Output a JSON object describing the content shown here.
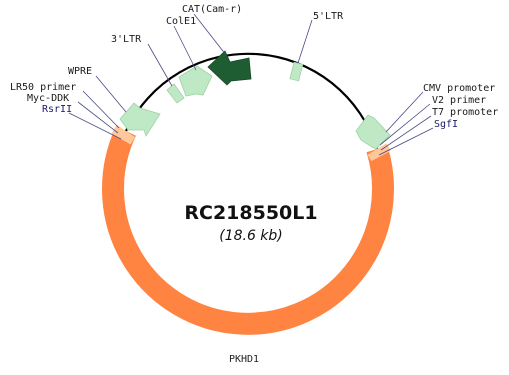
{
  "plasmid": {
    "name": "RC218550L1",
    "size": "(18.6 kb)",
    "insert_name": "PKHD1"
  },
  "labels": {
    "cat": "CAT(Cam-r)",
    "cole1": "ColE1",
    "ltr3": "3'LTR",
    "ltr5": "5'LTR",
    "wpre": "WPRE",
    "lr50": "LR50 primer",
    "mycddk": "Myc-DDK",
    "rsrii": "RsrII",
    "cmv": "CMV promoter",
    "v2": "V2 primer",
    "t7": "T7 promoter",
    "sgfi": "SgfI"
  },
  "colors": {
    "insert": "#ff8442",
    "insert_light": "#ffc89a",
    "feature_light": "#bfe8c4",
    "feature_dark": "#1e5c32",
    "backbone": "#000000",
    "site_text": "#1a1a6e"
  }
}
